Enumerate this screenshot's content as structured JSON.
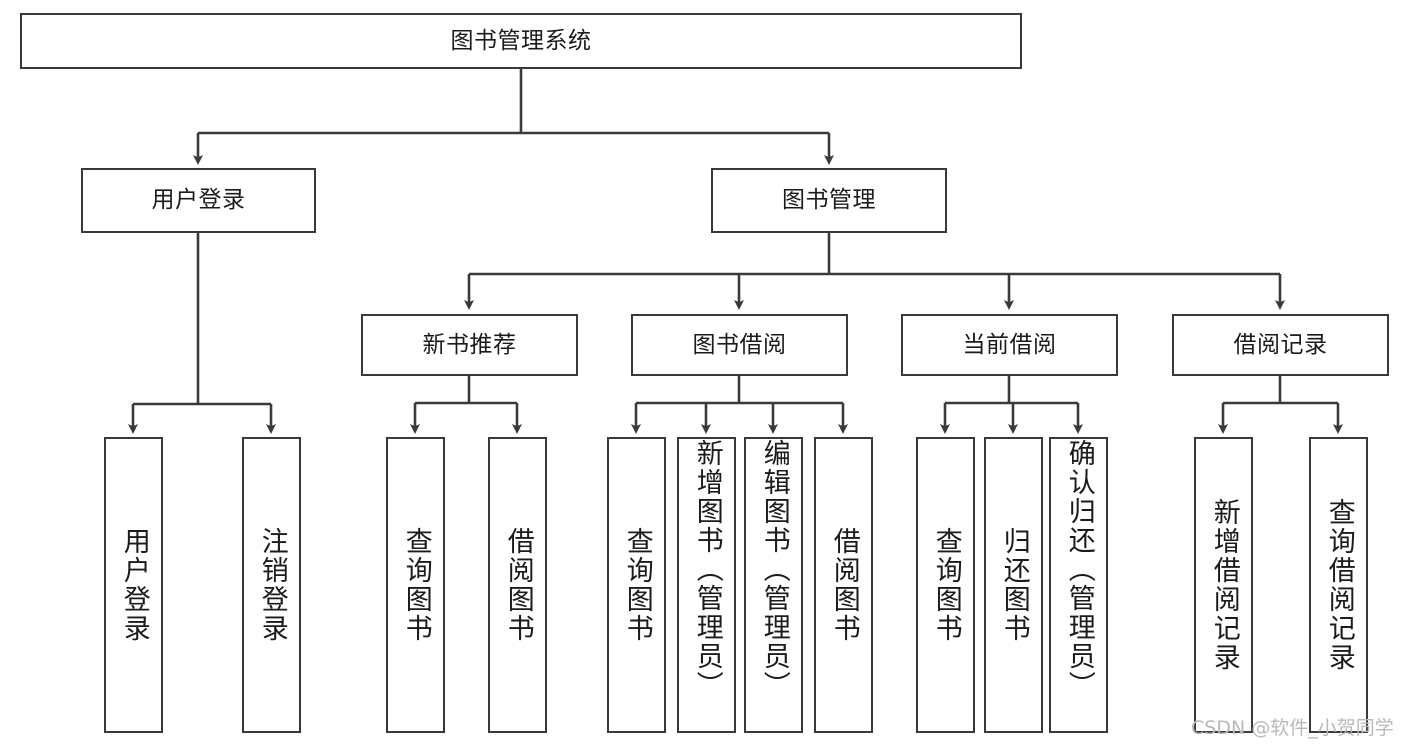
{
  "diagram": {
    "title": "图书管理系统",
    "type": "hierarchy-tree",
    "line_color": "#3a3a3a",
    "box_fill": "#ffffff",
    "text_color": "#1b1b1b",
    "levels": {
      "level0": [
        {
          "id": "root",
          "label": "图书管理系统"
        }
      ],
      "level1": [
        {
          "id": "user-login",
          "label": "用户登录"
        },
        {
          "id": "book-management",
          "label": "图书管理"
        }
      ],
      "level2": [
        {
          "id": "new-book-recommend",
          "label": "新书推荐",
          "parent": "book-management"
        },
        {
          "id": "book-borrow",
          "label": "图书借阅",
          "parent": "book-management"
        },
        {
          "id": "current-borrow",
          "label": "当前借阅",
          "parent": "book-management"
        },
        {
          "id": "borrow-record",
          "label": "借阅记录",
          "parent": "book-management"
        }
      ],
      "level3": [
        {
          "id": "leaf-user-login",
          "label": "用户登录",
          "parent": "user-login"
        },
        {
          "id": "leaf-logout",
          "label": "注销登录",
          "parent": "user-login"
        },
        {
          "id": "leaf-query-book-1",
          "label": "查询图书",
          "parent": "new-book-recommend"
        },
        {
          "id": "leaf-borrow-book-1",
          "label": "借阅图书",
          "parent": "new-book-recommend"
        },
        {
          "id": "leaf-query-book-2",
          "label": "查询图书",
          "parent": "book-borrow"
        },
        {
          "id": "leaf-add-book",
          "label": "新增图书（管理员）",
          "parent": "book-borrow"
        },
        {
          "id": "leaf-edit-book",
          "label": "编辑图书（管理员）",
          "parent": "book-borrow"
        },
        {
          "id": "leaf-borrow-book-2",
          "label": "借阅图书",
          "parent": "book-borrow"
        },
        {
          "id": "leaf-query-book-3",
          "label": "查询图书",
          "parent": "current-borrow"
        },
        {
          "id": "leaf-return-book",
          "label": "归还图书",
          "parent": "current-borrow"
        },
        {
          "id": "leaf-confirm-return",
          "label": "确认归还（管理员）",
          "parent": "current-borrow"
        },
        {
          "id": "leaf-add-record",
          "label": "新增借阅记录",
          "parent": "borrow-record"
        },
        {
          "id": "leaf-query-record",
          "label": "查询借阅记录",
          "parent": "borrow-record"
        }
      ]
    }
  },
  "watermark": {
    "text": "CSDN @软件_小贺同学",
    "color": "#b9b9b9"
  }
}
